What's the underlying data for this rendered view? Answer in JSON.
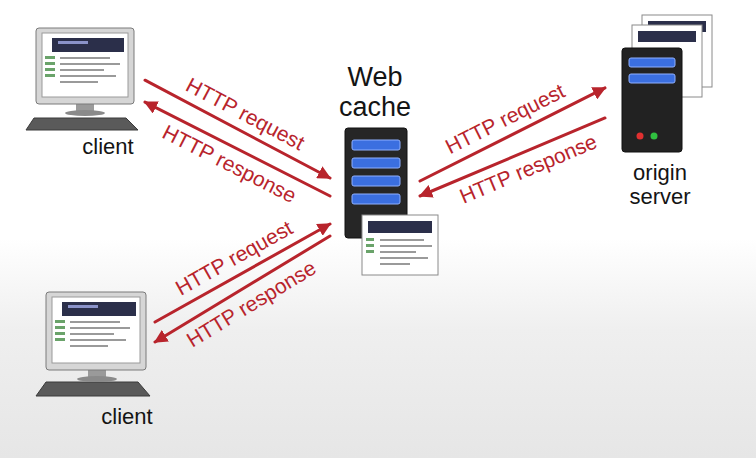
{
  "diagram": {
    "nodes": [
      {
        "text": [
          "client"
        ]
      },
      {
        "text": [
          "Web cache"
        ]
      },
      {
        "text": [
          "origin server"
        ]
      },
      {
        "text": [
          "client"
        ]
      }
    ],
    "edges": [
      {
        "from": 0,
        "to": 1,
        "label": "HTTP request",
        "arrow": "to"
      },
      {
        "from": 1,
        "to": 0,
        "label": "HTTP response",
        "arrow": "to"
      },
      {
        "from": 1,
        "to": 2,
        "label": "HTTP request",
        "arrow": "to"
      },
      {
        "from": 2,
        "to": 1,
        "label": "HTTP response",
        "arrow": "to"
      },
      {
        "from": 3,
        "to": 1,
        "label": "HTTP request",
        "arrow": "to"
      },
      {
        "from": 1,
        "to": 3,
        "label": "HTTP response",
        "arrow": "to"
      }
    ]
  }
}
